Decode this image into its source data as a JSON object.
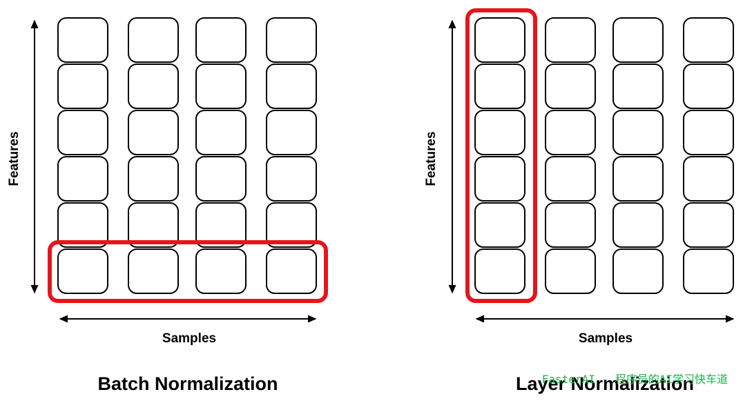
{
  "panels": [
    {
      "id": "batch",
      "title": "Batch Normalization",
      "y_axis_label": "Features",
      "x_axis_label": "Samples",
      "highlight": "bottom-row"
    },
    {
      "id": "layer",
      "title": "Layer Normalization",
      "y_axis_label": "Features",
      "x_axis_label": "Samples",
      "highlight": "first-column"
    }
  ],
  "grid": {
    "rows": 6,
    "columns": 4
  },
  "colors": {
    "cell_stroke": "#000000",
    "highlight": "#e8141c",
    "watermark": "#22b04a"
  },
  "watermark": "FasterAI - 程序员的AI学习快车道"
}
